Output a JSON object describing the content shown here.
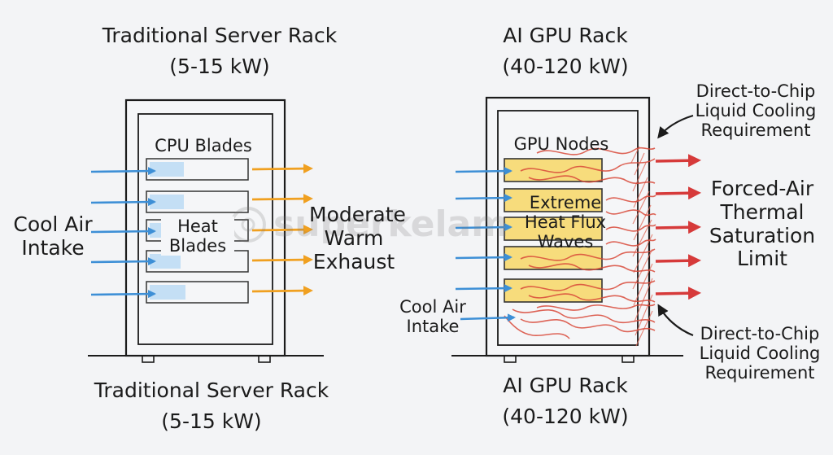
{
  "left": {
    "title_top": "Traditional Server Rack",
    "sub_top": "(5-15 kW)",
    "title_bottom": "Traditional Server Rack",
    "sub_bottom": "(5-15 kW)",
    "blades_label": "CPU Blades",
    "heat_label": "Heat\nBlades",
    "intake_label": "Cool Air\nIntake",
    "exhaust_label": "Moderate\nWarm\nExhaust"
  },
  "right": {
    "title_top": "AI GPU Rack",
    "sub_top": "(40-120 kW)",
    "title_bottom": "AI GPU Rack",
    "sub_bottom": "(40-120 kW)",
    "nodes_label": "GPU Nodes",
    "flux_label": "Extreme\nHeat Flux\nWaves",
    "intake_label": "Cool Air\nIntake",
    "dtc_top": "Direct-to-Chip\nLiquid Cooling\nRequirement",
    "dtc_bottom": "Direct-to-Chip\nLiquid Cooling\nRequirement",
    "forced_air": "Forced-Air\nThermal\nSaturation\nLimit"
  },
  "watermark": "superkelam",
  "colors": {
    "ink": "#1b1b1b",
    "cool_arrow": "#3d8fd6",
    "warm_arrow": "#f0a020",
    "hot_arrow": "#d63a3a",
    "gpu_fill": "#f7dc7c",
    "heat_wave": "#d94a3a"
  }
}
